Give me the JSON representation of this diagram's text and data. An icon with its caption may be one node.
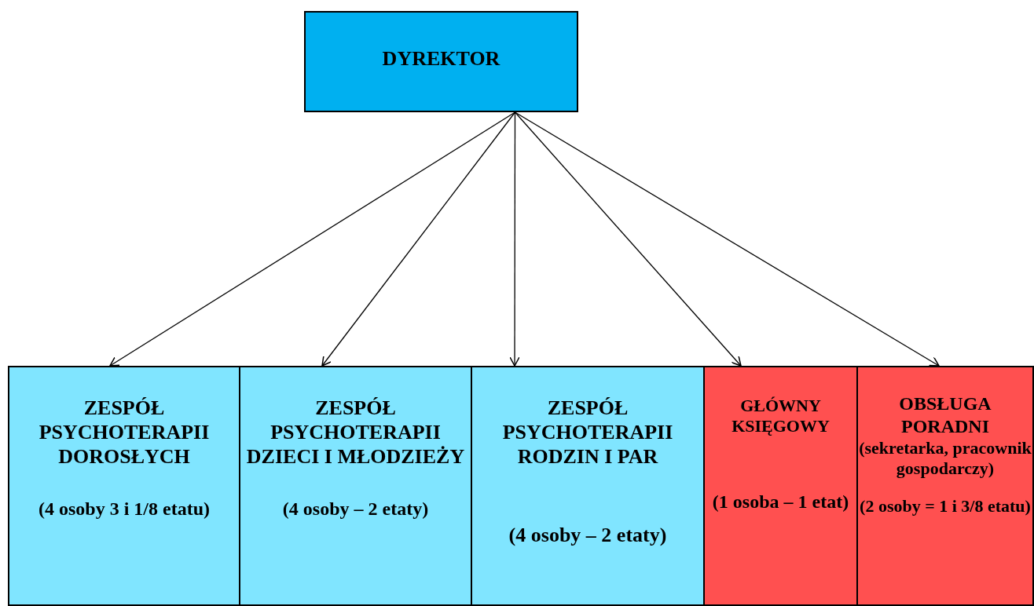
{
  "diagram": {
    "nodes": [
      {
        "text": [
          "DYREKTOR"
        ]
      },
      {
        "text": [
          "ZESPÓŁ PSYCHOTERAPII DOROSŁYCH",
          "(4 osoby 3 i 1/8 etatu)"
        ]
      },
      {
        "text": [
          "ZESPÓŁ PSYCHOTERAPII DZIECI I MŁODZIEŻY",
          "(4 osoby – 2 etaty)"
        ]
      },
      {
        "text": [
          "ZESPÓŁ PSYCHOTERAPII RODZIN I PAR",
          "(4 osoby – 2 etaty)"
        ]
      },
      {
        "text": [
          "GŁÓWNY KSIĘGOWY",
          "(1 osoba – 1 etat)"
        ]
      },
      {
        "text": [
          "OBSŁUGA PORADNI",
          "(sekretarka, pracownik gospodarczy)",
          "(2 osoby = 1 i 3/8 etatu)"
        ]
      }
    ],
    "edges": [
      {
        "from": 0,
        "to": 1,
        "arrow": "to"
      },
      {
        "from": 0,
        "to": 2,
        "arrow": "to"
      },
      {
        "from": 0,
        "to": 3,
        "arrow": "to"
      },
      {
        "from": 0,
        "to": 4,
        "arrow": "to"
      },
      {
        "from": 0,
        "to": 5,
        "arrow": "to"
      }
    ]
  }
}
